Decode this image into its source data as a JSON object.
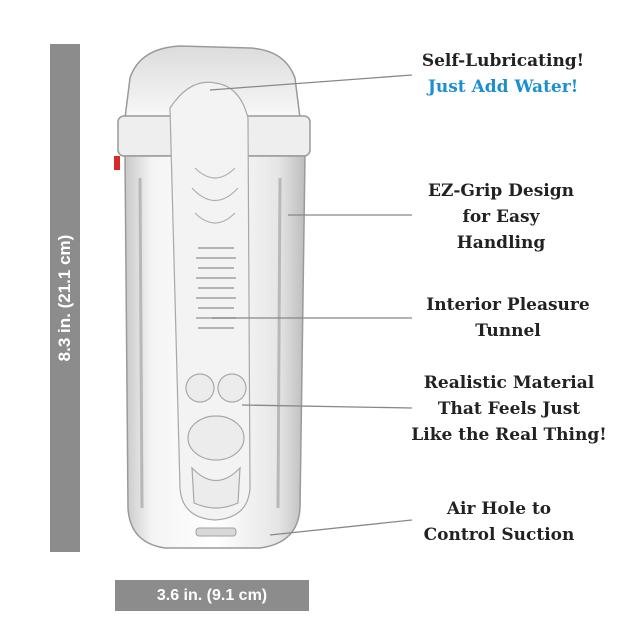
{
  "dimensions": {
    "height_label": "8.3 in. (21.1 cm)",
    "width_label": "3.6 in. (9.1 cm)",
    "bar_color": "#8c8c8c"
  },
  "callouts": [
    {
      "lines": [
        "Self-Lubricating!"
      ],
      "accent": "Just Add Water!"
    },
    {
      "lines": [
        "EZ-Grip Design",
        "for Easy",
        "Handling"
      ]
    },
    {
      "lines": [
        "Interior Pleasure",
        "Tunnel"
      ]
    },
    {
      "lines": [
        "Realistic Material",
        "That Feels Just",
        "Like the Real Thing!"
      ]
    },
    {
      "lines": [
        "Air Hole to",
        "Control Suction"
      ]
    }
  ],
  "colors": {
    "accent": "#1c8ed2",
    "text": "#222222",
    "leader": "#888888"
  }
}
